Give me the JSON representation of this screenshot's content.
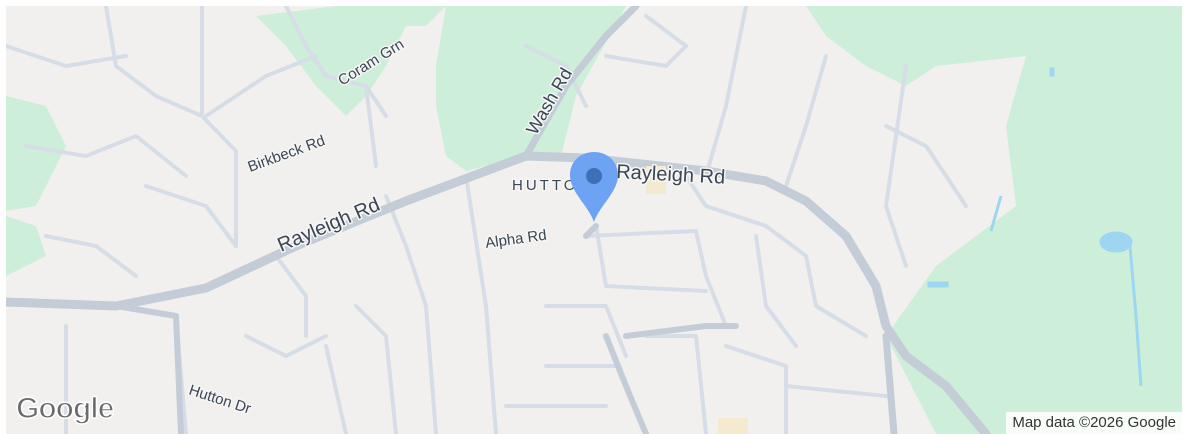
{
  "map": {
    "roads": {
      "rayleigh_rd_west": "Rayleigh Rd",
      "rayleigh_rd_east": "Rayleigh Rd",
      "wash_rd": "Wash Rd",
      "coram_grn": "Coram Grn",
      "birkbeck_rd": "Birkbeck Rd",
      "alpha_rd": "Alpha Rd",
      "hutton_dr": "Hutton Dr"
    },
    "area_label": "HUTTON",
    "marker": {
      "icon": "map-pin-icon",
      "color": "#6ea2f2",
      "dot_color": "#3f6fb8"
    },
    "logo": "Google",
    "attribution": "Map data ©2026 Google",
    "colors": {
      "background": "#f1f0ee",
      "park": "#cdeed8",
      "road": "#cfd8e2",
      "major_road": "#b8c5d3",
      "water": "#9ed6f2"
    }
  }
}
